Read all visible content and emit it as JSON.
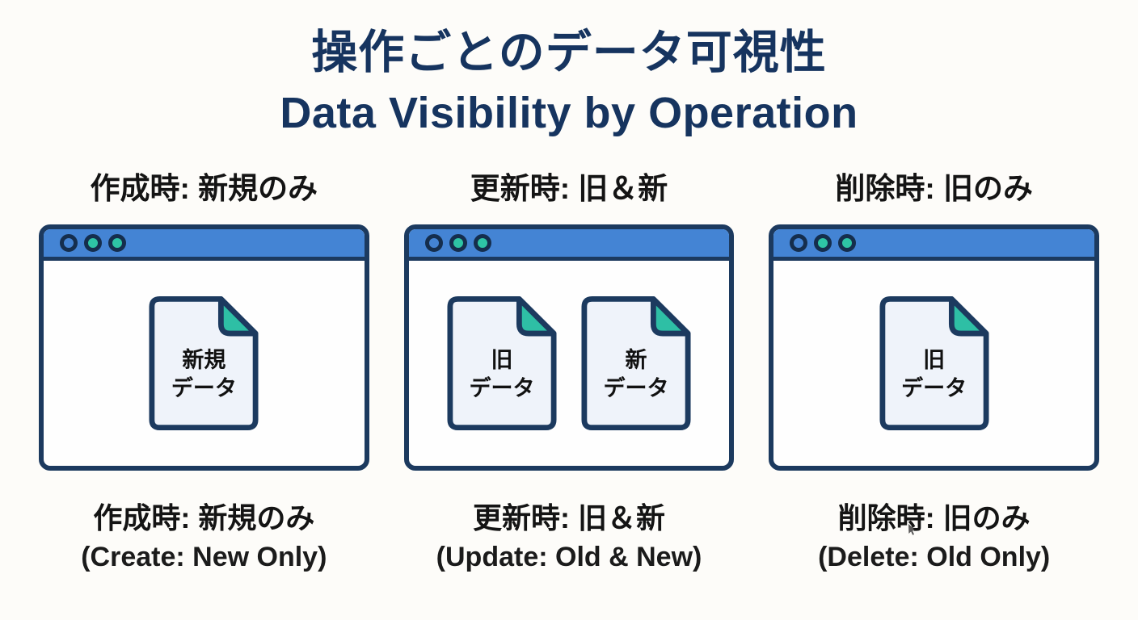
{
  "title": {
    "ja": "操作ごとのデータ可視性",
    "en": "Data Visibility by Operation"
  },
  "colors": {
    "background": "#fdfcf9",
    "title_navy": "#16345f",
    "window_border": "#1c3a5f",
    "titlebar_blue": "#4484d4",
    "accent_teal": "#2ebfa5",
    "document_fill": "#eff3fa",
    "text_black": "#141414"
  },
  "panels": [
    {
      "header": "作成時: 新規のみ",
      "caption_ja": "作成時: 新規のみ",
      "caption_en": "(Create: New Only)",
      "documents": [
        {
          "line1": "新規",
          "line2": "データ"
        }
      ]
    },
    {
      "header": "更新時: 旧＆新",
      "caption_ja": "更新時: 旧＆新",
      "caption_en": "(Update: Old & New)",
      "documents": [
        {
          "line1": "旧",
          "line2": "データ"
        },
        {
          "line1": "新",
          "line2": "データ"
        }
      ]
    },
    {
      "header": "削除時: 旧のみ",
      "caption_ja": "削除時: 旧のみ",
      "caption_en": "(Delete: Old Only)",
      "documents": [
        {
          "line1": "旧",
          "line2": "データ"
        }
      ]
    }
  ]
}
